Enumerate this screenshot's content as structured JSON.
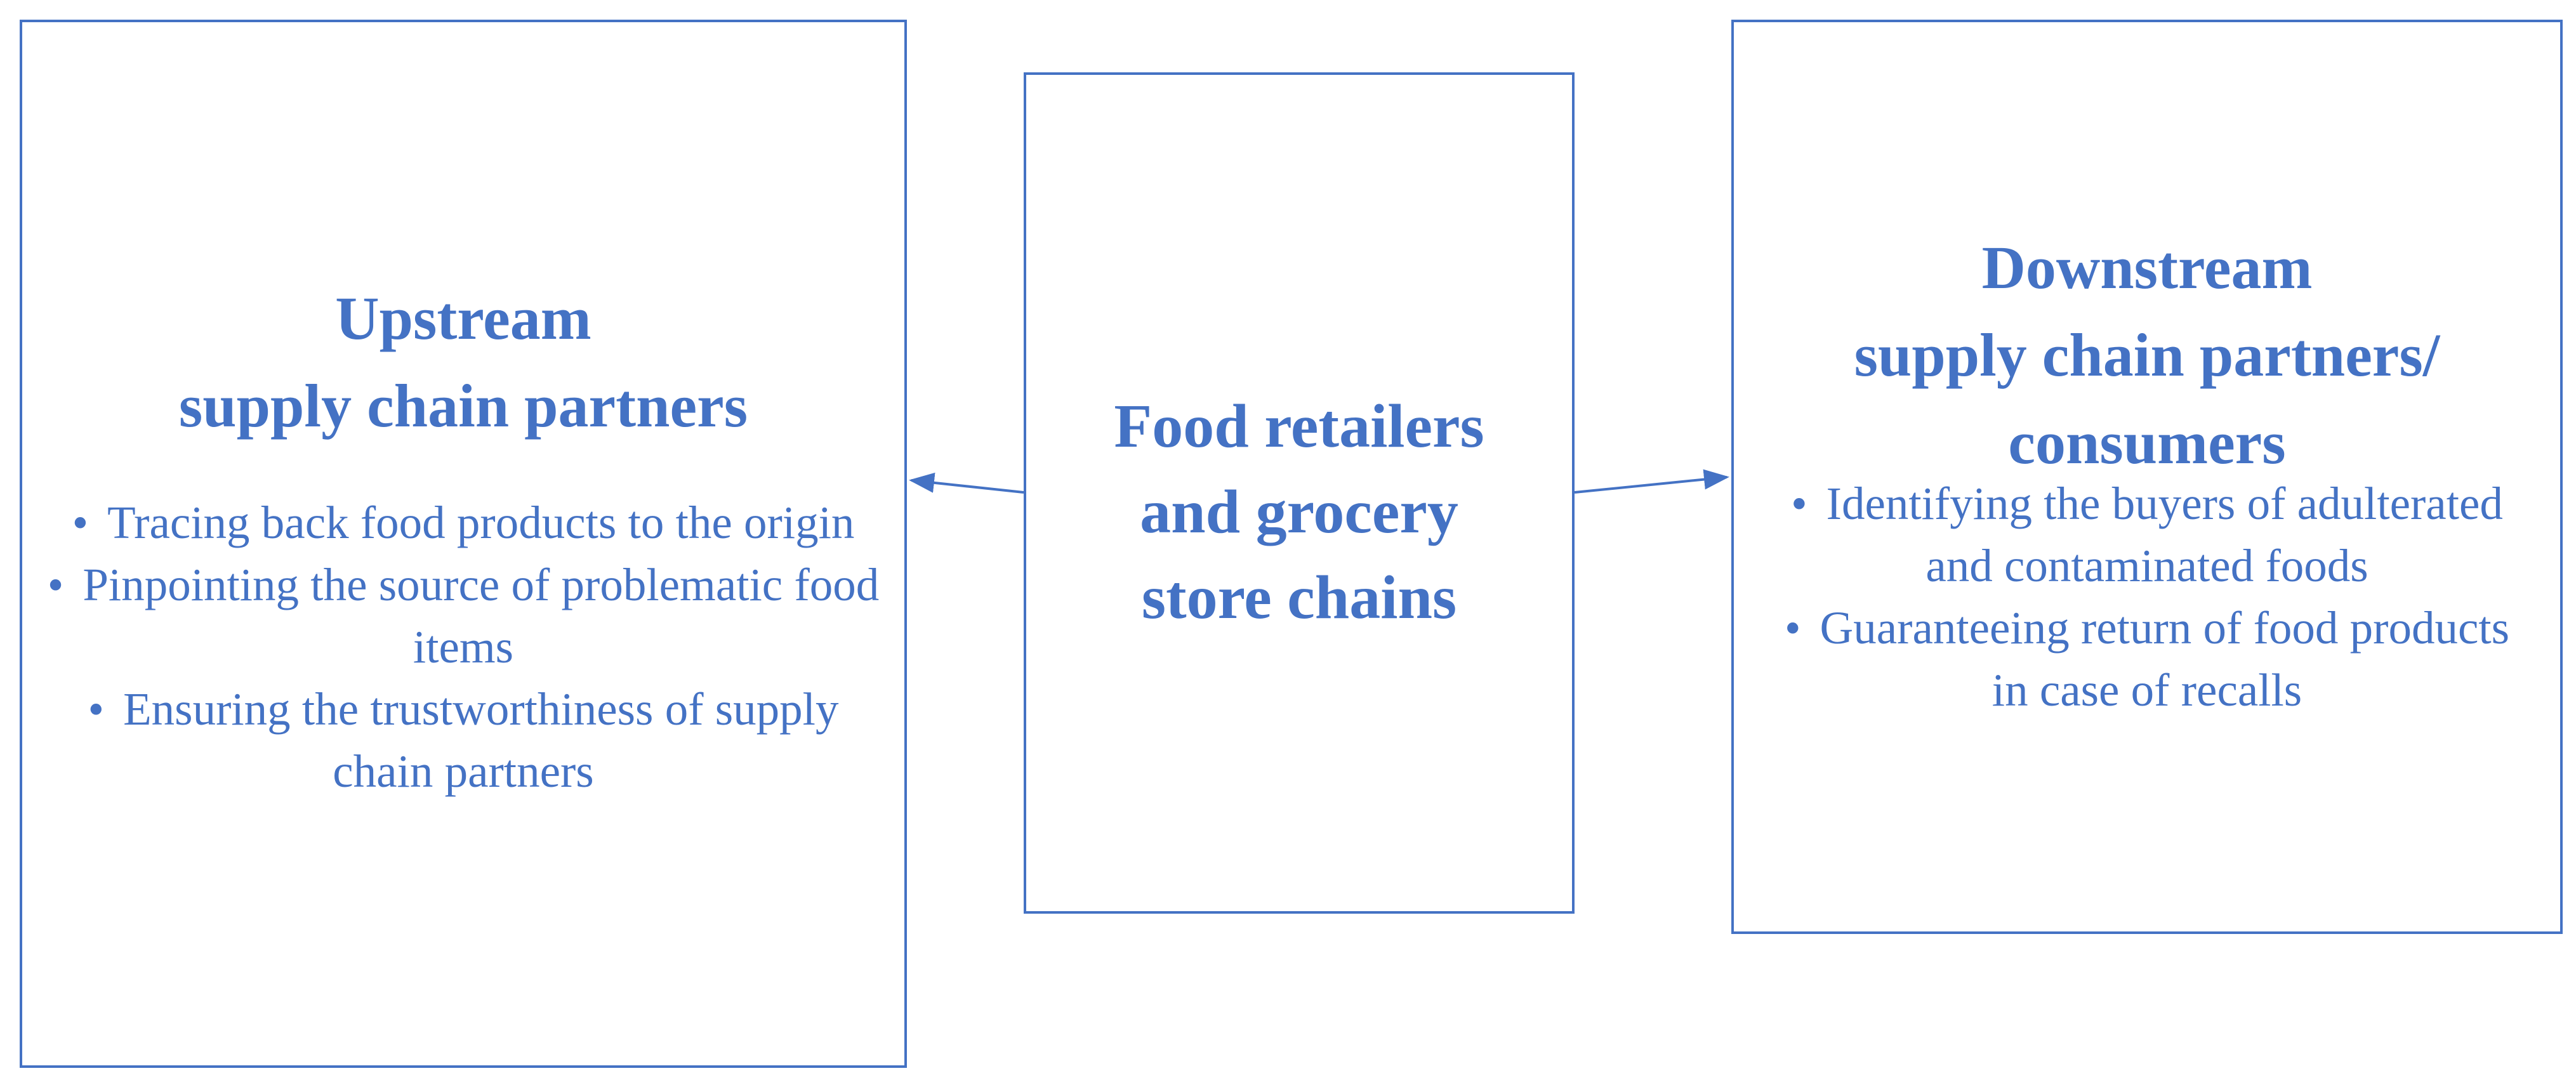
{
  "upstream": {
    "title": "Upstream\nsupply chain partners",
    "bullets": [
      "Tracing back food products to the origin",
      "Pinpointing the source of problematic food items",
      "Ensuring the trustworthiness of supply chain partners"
    ]
  },
  "center": {
    "title": "Food retailers\nand grocery\nstore chains"
  },
  "downstream": {
    "title": "Downstream\nsupply chain partners/\nconsumers",
    "bullets": [
      "Identifying the buyers of adulterated and contaminated foods",
      "Guaranteeing return of food products in case of recalls"
    ]
  },
  "colors": {
    "accent": "#4472c4"
  }
}
